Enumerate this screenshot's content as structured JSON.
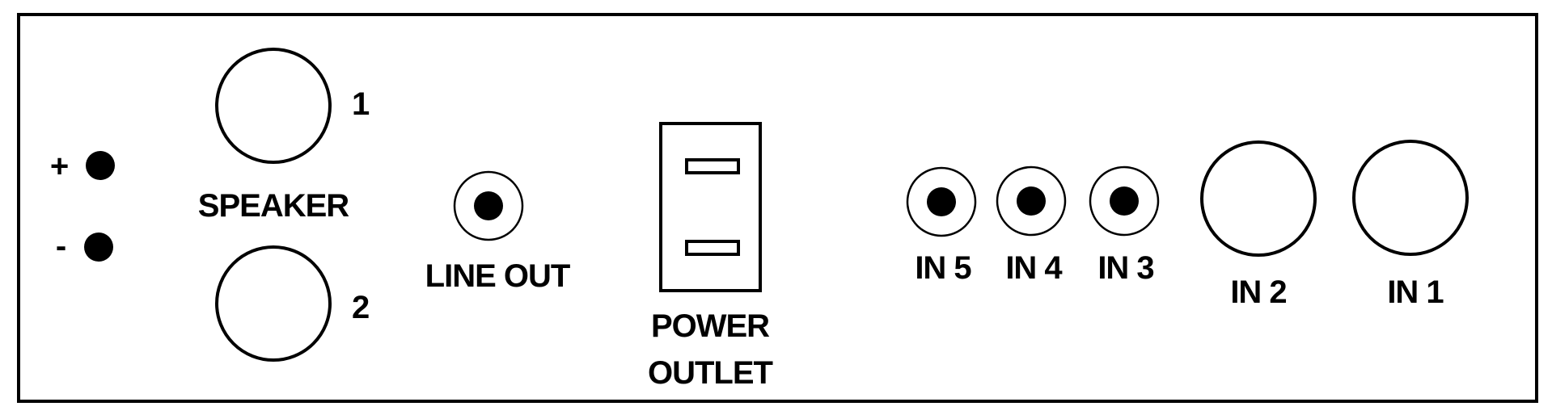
{
  "panel": {
    "terminals": {
      "plus": "+",
      "minus": "-"
    },
    "speaker": {
      "label": "SPEAKER",
      "port1": "1",
      "port2": "2"
    },
    "line_out": {
      "label": "LINE OUT"
    },
    "power_outlet": {
      "line1": "POWER",
      "line2": "OUTLET"
    },
    "inputs": [
      {
        "label": "IN 5"
      },
      {
        "label": "IN 4"
      },
      {
        "label": "IN 3"
      },
      {
        "label": "IN 2"
      },
      {
        "label": "IN 1"
      }
    ]
  },
  "colors": {
    "stroke": "#000000",
    "background": "#ffffff"
  }
}
